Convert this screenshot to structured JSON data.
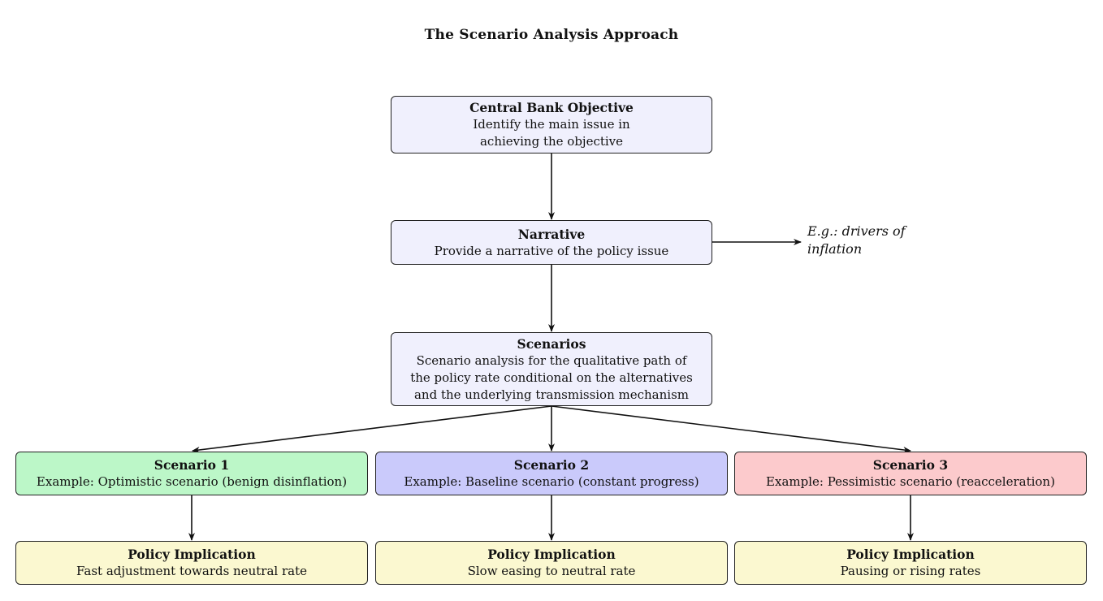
{
  "diagram": {
    "title": "The Scenario Analysis Approach",
    "nodes": {
      "objective": {
        "head": "Central Bank Objective",
        "body_line1": "Identify the main issue in",
        "body_line2": "achieving the objective"
      },
      "narrative": {
        "head": "Narrative",
        "body": "Provide a narrative of the policy issue"
      },
      "scenarios": {
        "head": "Scenarios",
        "body_line1": "Scenario analysis for the qualitative path of",
        "body_line2": "the policy rate conditional on the alternatives",
        "body_line3": "and the underlying transmission mechanism"
      },
      "scenario1": {
        "head": "Scenario 1",
        "body": "Example:  Optimistic scenario (benign disinflation)",
        "color": "#bcf7c8"
      },
      "scenario2": {
        "head": "Scenario 2",
        "body": "Example:  Baseline scenario (constant progress)",
        "color": "#cacafb"
      },
      "scenario3": {
        "head": "Scenario 3",
        "body": "Example:  Pessimistic scenario (reacceleration)",
        "color": "#fccacc"
      },
      "policy1": {
        "head": "Policy Implication",
        "body": "Fast adjustment towards neutral rate"
      },
      "policy2": {
        "head": "Policy Implication",
        "body": "Slow easing to neutral rate"
      },
      "policy3": {
        "head": "Policy Implication",
        "body": "Pausing or rising rates"
      }
    },
    "note": {
      "line1": "E.g.:  drivers of",
      "line2": "inflation"
    },
    "edges": [
      {
        "from": "objective",
        "to": "narrative"
      },
      {
        "from": "narrative",
        "to": "note"
      },
      {
        "from": "narrative",
        "to": "scenarios"
      },
      {
        "from": "scenarios",
        "to": "scenario1"
      },
      {
        "from": "scenarios",
        "to": "scenario2"
      },
      {
        "from": "scenarios",
        "to": "scenario3"
      },
      {
        "from": "scenario1",
        "to": "policy1"
      },
      {
        "from": "scenario2",
        "to": "policy2"
      },
      {
        "from": "scenario3",
        "to": "policy3"
      }
    ],
    "colors": {
      "node_default": "#f0f0fd",
      "policy": "#fbf8d0",
      "border": "#222222"
    }
  }
}
